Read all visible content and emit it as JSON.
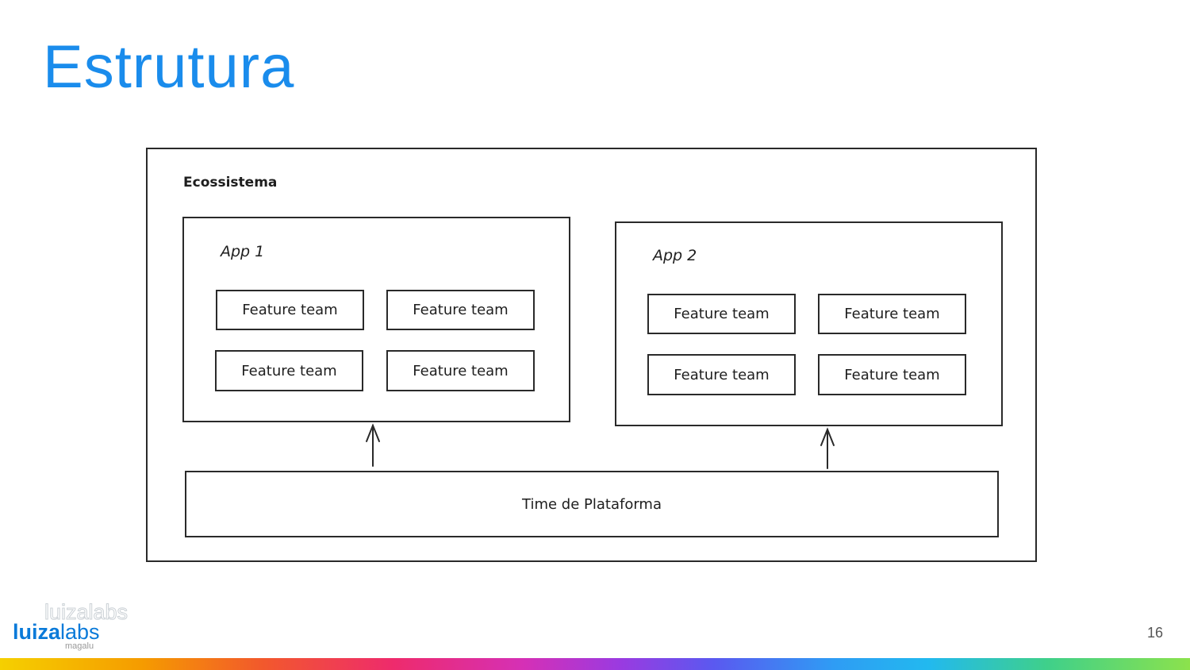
{
  "slide": {
    "title": "Estrutura",
    "page_number": "16"
  },
  "diagram": {
    "ecosystem_label": "Ecossistema",
    "apps": [
      {
        "label": "App 1",
        "teams": [
          "Feature team",
          "Feature team",
          "Feature team",
          "Feature team"
        ]
      },
      {
        "label": "App 2",
        "teams": [
          "Feature team",
          "Feature team",
          "Feature team",
          "Feature team"
        ]
      }
    ],
    "platform_label": "Time de Plataforma"
  },
  "logo": {
    "brand_bold": "luiza",
    "brand_light": "labs",
    "ghost_text": "luizalabs",
    "sub_text": "magalu"
  },
  "colors": {
    "title": "#1a8cec",
    "logo": "#0a7ad9",
    "stroke": "#2a2a2a"
  }
}
